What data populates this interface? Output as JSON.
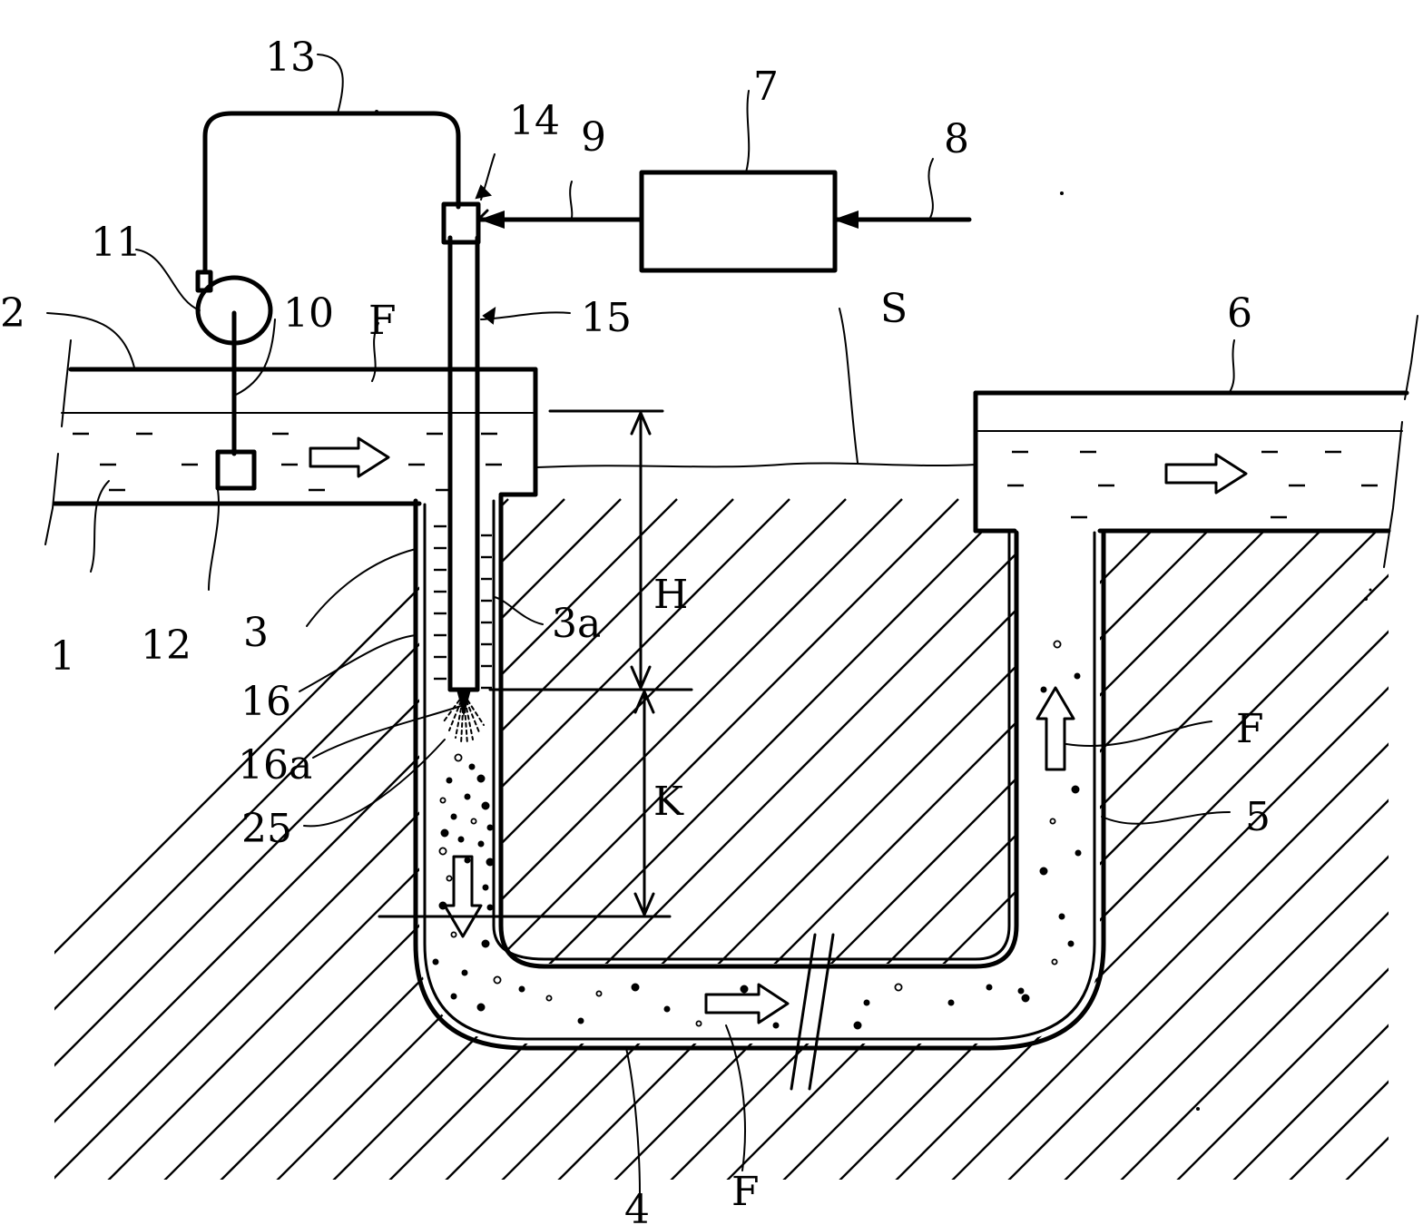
{
  "labels": {
    "n1": "1",
    "n2": "2",
    "n3": "3",
    "n3a": "3a",
    "n4": "4",
    "n5": "5",
    "n6": "6",
    "n7": "7",
    "n8": "8",
    "n9": "9",
    "n10": "10",
    "n11": "11",
    "n12": "12",
    "n13": "13",
    "n14": "14",
    "n15": "15",
    "n16": "16",
    "n16a": "16a",
    "n25": "25",
    "S": "S",
    "H": "H",
    "K": "K",
    "F1": "F",
    "F2": "F",
    "F3": "F"
  }
}
